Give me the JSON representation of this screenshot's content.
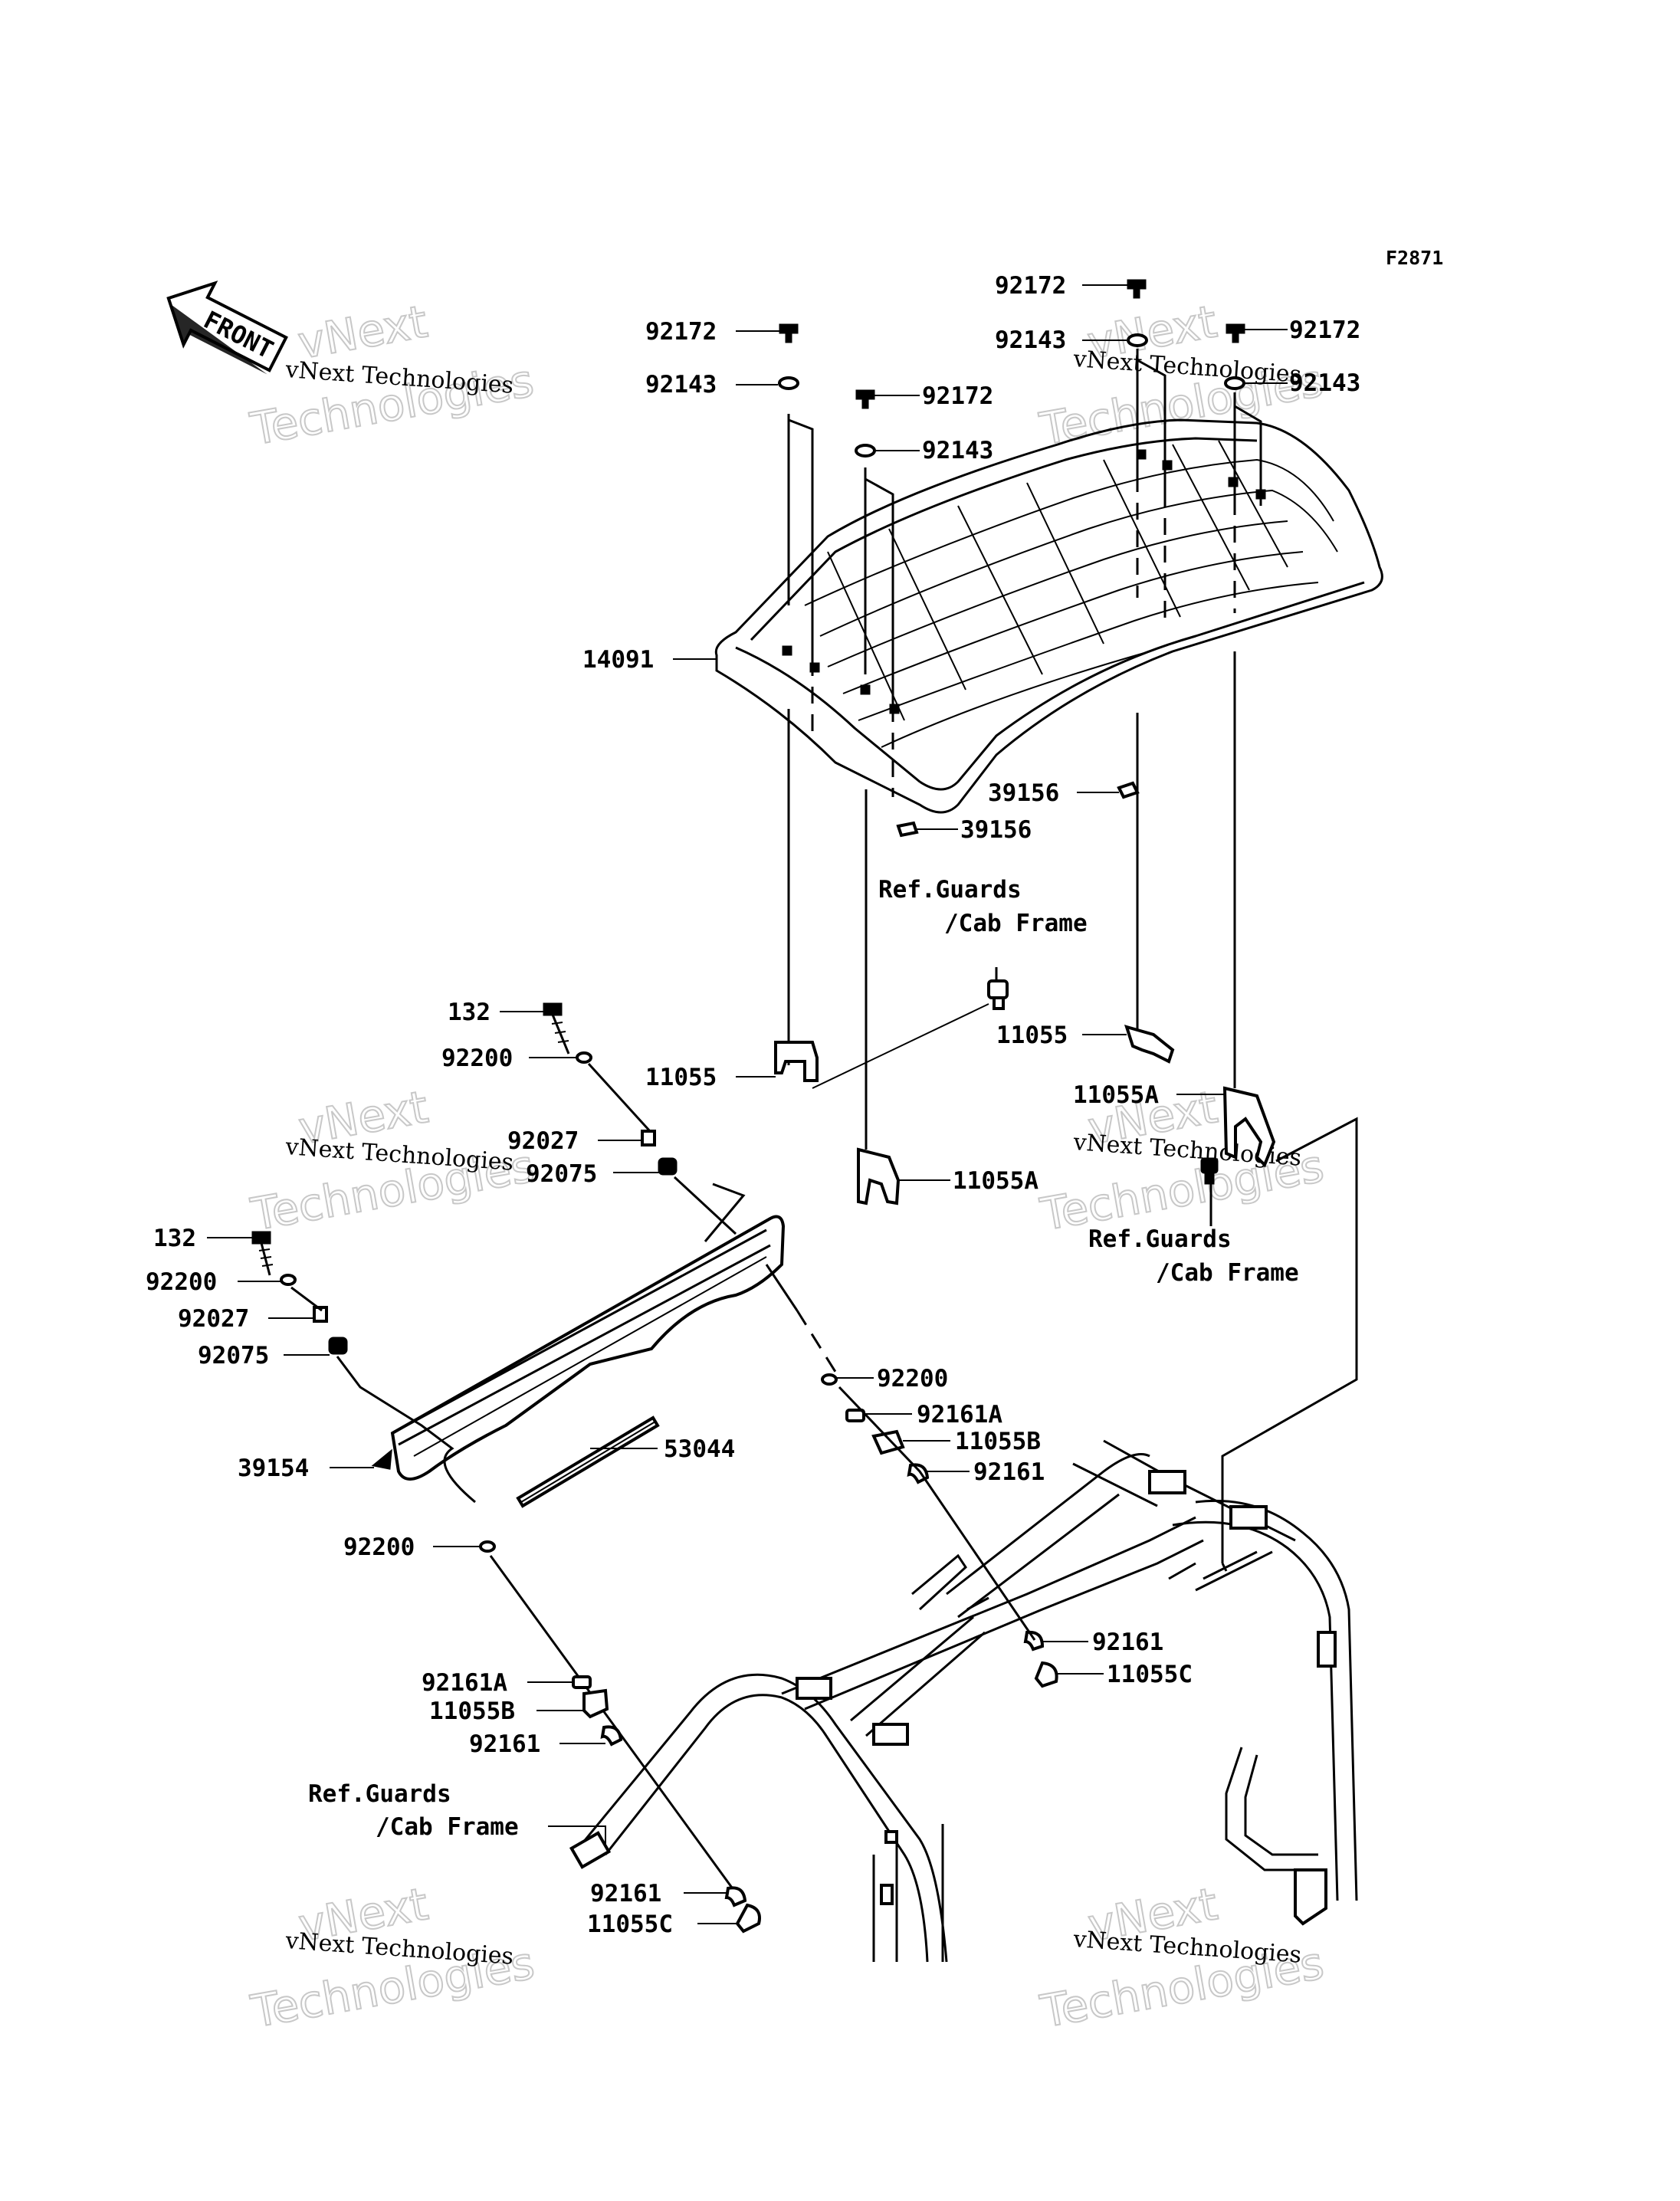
{
  "figure_id": "F2871",
  "front_marker": "FRONT",
  "watermark": {
    "line1": "vNext",
    "line2": "vNext Technologies",
    "line3": "Technologies"
  },
  "parts": {
    "p92172a": "92172",
    "p92143a": "92143",
    "p92172b": "92172",
    "p92143b": "92143",
    "p92172c": "92172",
    "p92143c": "92143",
    "p92172d": "92172",
    "p92143d": "92143",
    "p14091": "14091",
    "p39156a": "39156",
    "p39156b": "39156",
    "p11055a": "11055",
    "p11055b": "11055",
    "p11055Aa": "11055A",
    "p11055Ab": "11055A",
    "p132a": "132",
    "p92200a": "92200",
    "p92027a": "92027",
    "p92075a": "92075",
    "p132b": "132",
    "p92200b": "92200",
    "p92027b": "92027",
    "p92075b": "92075",
    "p39154": "39154",
    "p53044": "53044",
    "p92200c": "92200",
    "p92200d": "92200",
    "p92161Aa": "92161A",
    "p11055Ba": "11055B",
    "p92161a": "92161",
    "p92161b": "92161",
    "p11055Ca": "11055C",
    "p92161Ab": "92161A",
    "p11055Bb": "11055B",
    "p92161c": "92161",
    "p92161d": "92161",
    "p11055Cb": "11055C"
  },
  "refs": {
    "r1a": "Ref.Guards",
    "r1b": "/Cab Frame",
    "r2a": "Ref.Guards",
    "r2b": "/Cab Frame",
    "r3a": "Ref.Guards",
    "r3b": "/Cab Frame"
  }
}
